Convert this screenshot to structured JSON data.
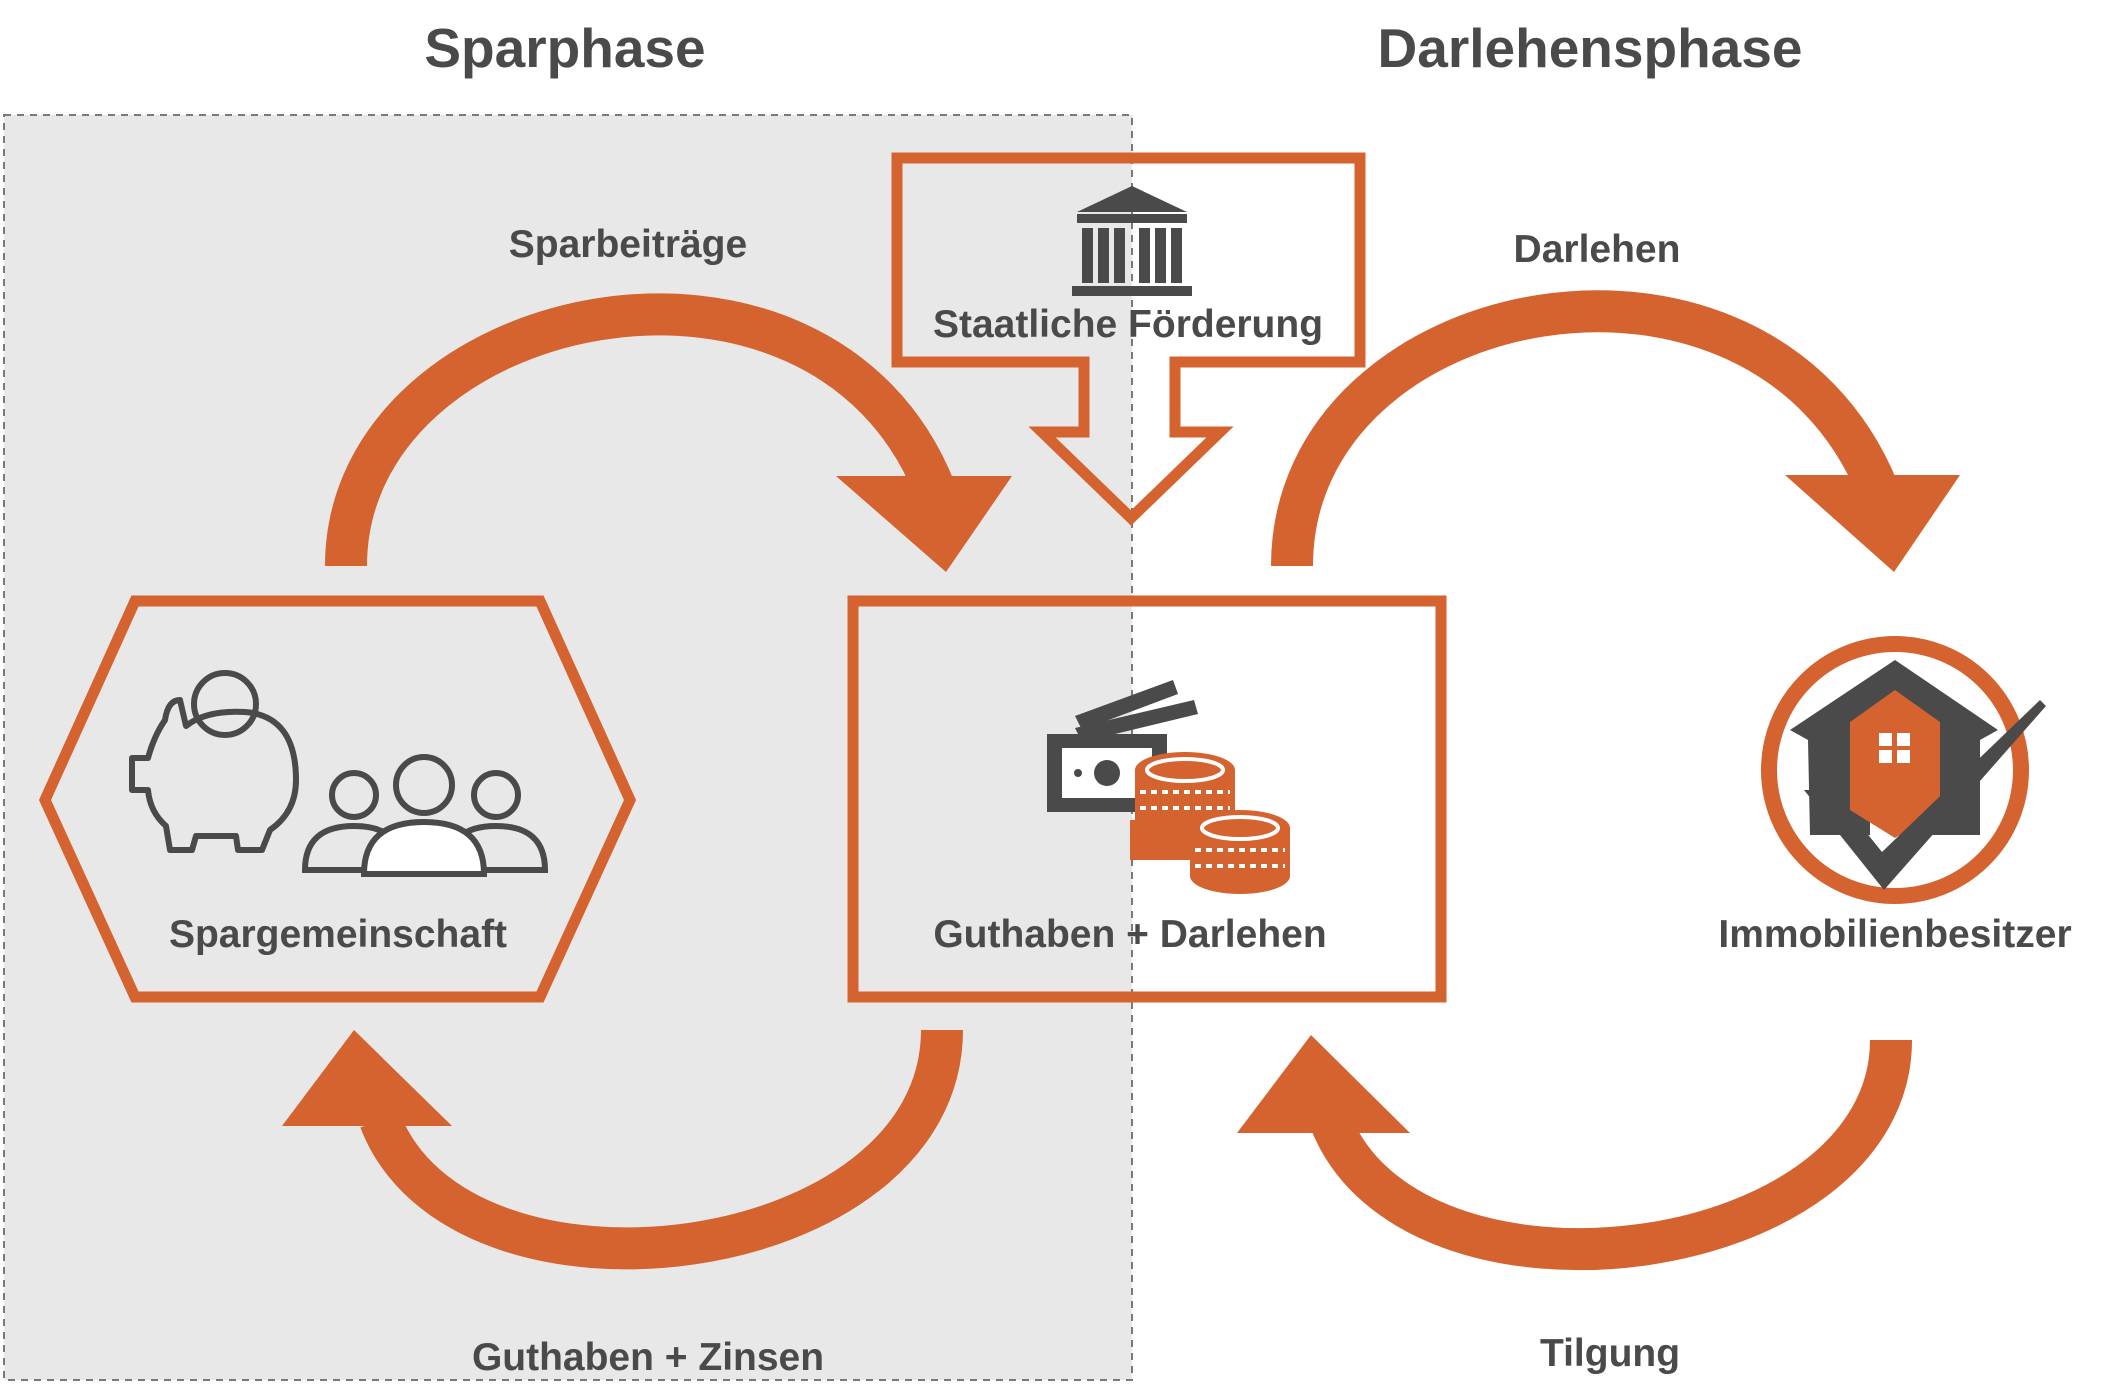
{
  "phases": {
    "saving": "Sparphase",
    "loan": "Darlehensphase"
  },
  "flows": {
    "savings_contributions": "Sparbeiträge",
    "government_subsidy": "Staatliche Förderung",
    "loan": "Darlehen",
    "balance_interest": "Guthaben + Zinsen",
    "repayment": "Tilgung"
  },
  "nodes": {
    "community": "Spargemeinschaft",
    "balance_loan": "Guthaben + Darlehen",
    "owner": "Immobilienbesitzer"
  },
  "icons": [
    "bank-icon",
    "piggy-bank-icon",
    "people-group-icon",
    "money-coins-icon",
    "house-check-icon"
  ],
  "colors": {
    "accent": "#d4632f",
    "text": "#4a4a4a",
    "saving_background": "#e8e8e8"
  }
}
